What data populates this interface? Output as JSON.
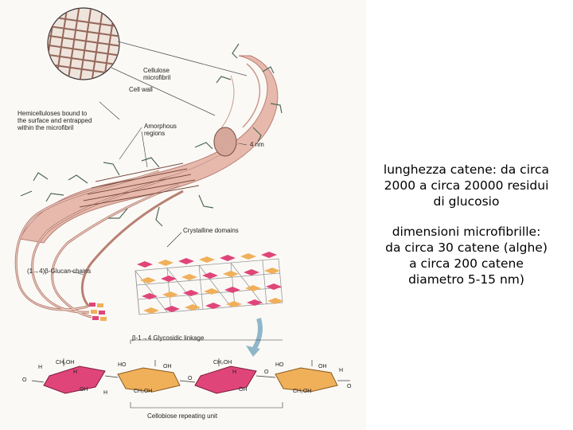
{
  "figure": {
    "labels": {
      "cell_wall": "Cell wall",
      "cellulose_microfibril": "Cellulose\nmicrofibril",
      "hemicelluloses": "Hemicelluloses bound to\nthe surface and entrapped\nwithin the microfibril",
      "amorphous_regions": "Amorphous\nregions",
      "width": "4 nm",
      "crystalline_domains": "Crystalline domains",
      "glucan_chains": "(1→4)β-Glucan chains",
      "glycosidic_linkage": "β-1→4 Glycosidic linkage",
      "repeating_unit": "Cellobiose repeating unit"
    },
    "chem": {
      "ch2oh": "CH₂OH",
      "oh": "OH",
      "h": "H",
      "ho": "HO",
      "o": "O"
    },
    "colors": {
      "fibril": "#e7b9ad",
      "fibril_dark": "#b98073",
      "hemicellulose": "#4f6a57",
      "ring_pink": "#e0457a",
      "ring_orange": "#f0b05a",
      "arrow": "#8fb7c9"
    }
  },
  "notes": {
    "chain_length": "lunghezza catene: da circa\n2000 a circa 20000 residui\ndi glucosio",
    "microfibril_size": "dimensioni microfibrille:\nda circa 30 catene (alghe)\na circa 200 catene\ndiametro 5-15 nm)"
  }
}
